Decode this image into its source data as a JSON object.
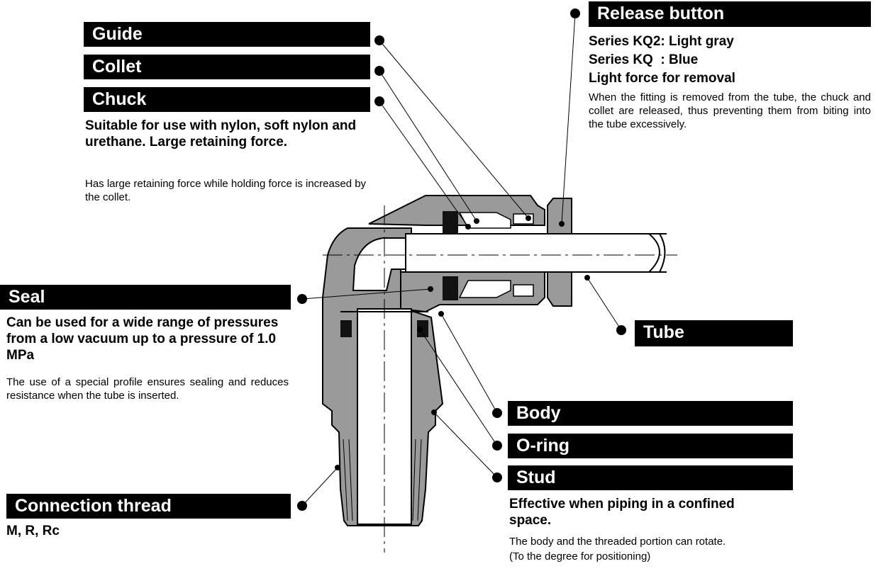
{
  "labels": {
    "guide": {
      "title": "Guide"
    },
    "collet": {
      "title": "Collet"
    },
    "chuck": {
      "title": "Chuck",
      "subtitle": "Suitable for use with nylon, soft nylon and urethane. Large retaining force.",
      "description": "Has large retaining force while holding force is increased by the collet."
    },
    "release_button": {
      "title": "Release button",
      "lines": [
        "Series KQ2: Light gray",
        "Series KQ  : Blue",
        "Light force for removal"
      ],
      "description": "When the fitting is removed from the tube, the chuck and collet are released, thus preventing them from biting into the tube excessively."
    },
    "seal": {
      "title": "Seal",
      "subtitle": "Can be used for a wide range of pressures from a low vacuum up to a pressure of 1.0 MPa",
      "description": "The use of a special profile ensures sealing and reduces resistance when the tube is inserted."
    },
    "tube": {
      "title": "Tube"
    },
    "body": {
      "title": "Body"
    },
    "oring": {
      "title": "O-ring"
    },
    "stud": {
      "title": "Stud",
      "subtitle": "Effective when piping in a confined space.",
      "description_lines": [
        "The body and the threaded portion can rotate.",
        "(To the degree for positioning)"
      ]
    },
    "connection_thread": {
      "title": "Connection thread",
      "subtitle": "M, R, Rc"
    }
  },
  "colors": {
    "label_bar": "#000000",
    "label_text": "#ffffff",
    "fitting_fill": "#9a9a9a",
    "tube_fill": "#ffffff",
    "seal_fill": "#111111"
  }
}
